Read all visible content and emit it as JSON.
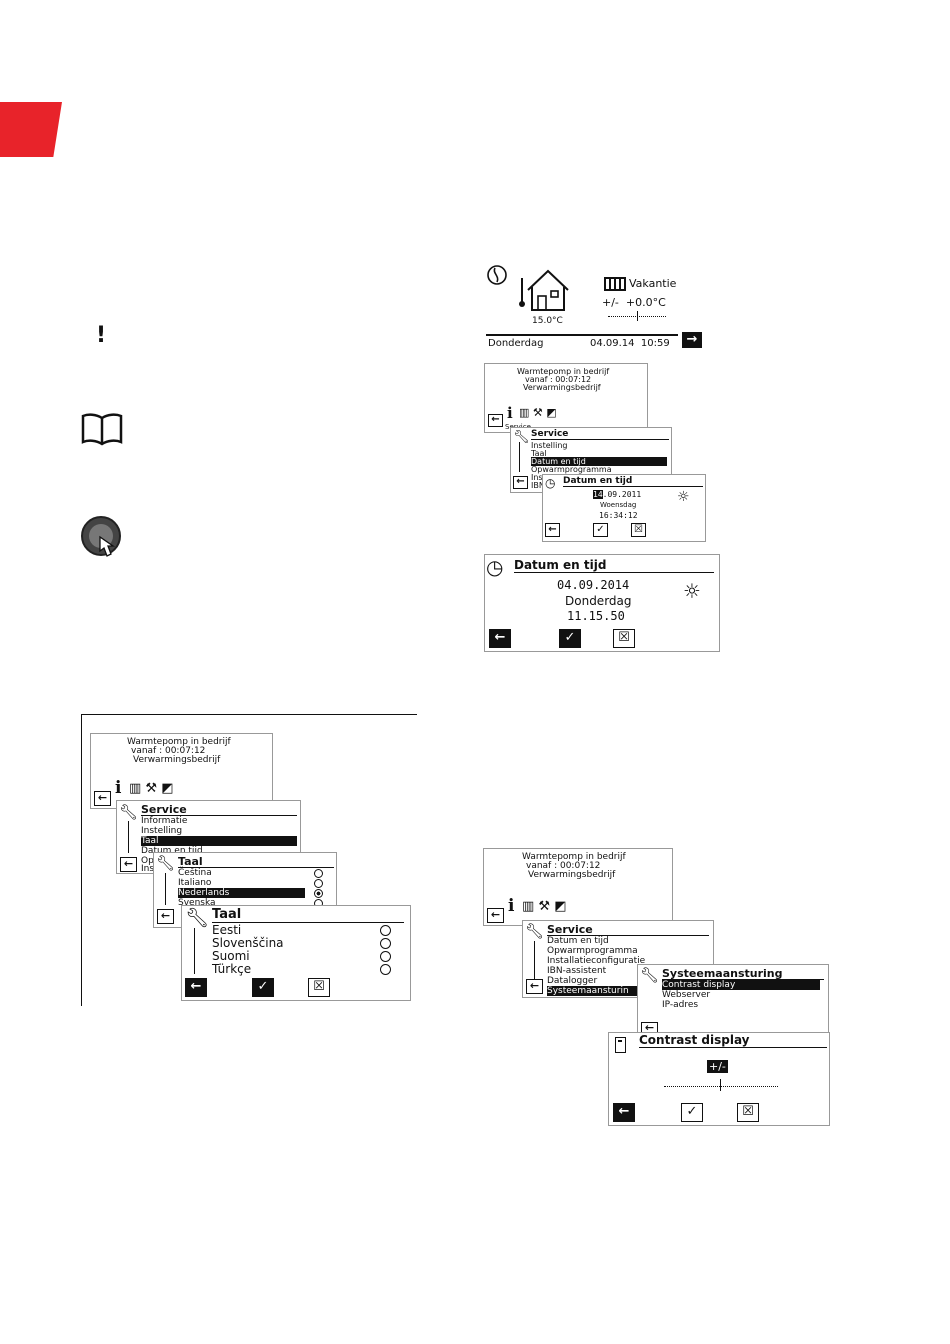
{
  "status_panel": {
    "temperature": "15.0°C",
    "mode": "Vakantie",
    "offset": "+/-  +0.0°C",
    "day": "Donderdag",
    "datetime": "04.09.14  10:59"
  },
  "status_lines": [
    "Warmtepomp in bedrijf",
    "vanaf  :  00:07:12",
    "Verwarmingsbedrijf"
  ],
  "service_title": "Service",
  "menu1": {
    "items": [
      "Instelling",
      "Taal",
      "Datum en tijd",
      "Opwarmprogramma"
    ],
    "selected_index": 2,
    "truncated": [
      "Ins",
      "IBN"
    ]
  },
  "datetime_small": {
    "title": "Datum en tijd",
    "day_num": "14",
    "date_rest": ".09.2011",
    "weekday": "Woensdag",
    "time": "16:34:12"
  },
  "datetime_large": {
    "title": "Datum en tijd",
    "date": "04.09.2014",
    "weekday": "Donderdag",
    "time": "11.15.50"
  },
  "language_menu": {
    "service_items": [
      "Informatie",
      "Instelling",
      "Taal",
      "Datum en tijd"
    ],
    "service_selected_index": 2,
    "truncated": [
      "Op",
      "Ins"
    ],
    "taal_title": "Taal",
    "languages1": [
      "Čeština",
      "Italiano",
      "Nederlands",
      "Svenska"
    ],
    "languages1_selected_index": 2,
    "languages2": [
      "Eesti",
      "Slovenščina",
      "Suomi",
      "Türkçe"
    ]
  },
  "contrast_menu": {
    "service_items": [
      "Datum en tijd",
      "Opwarmprogramma",
      "Installatieconfiguratie",
      "IBN-assistent",
      "Datalogger",
      "Systeemaansturin"
    ],
    "service_selected_index": 5,
    "sys_title": "Systeemaansturing",
    "sys_items": [
      "Contrast display",
      "Webserver",
      "IP-adres"
    ],
    "sys_selected_index": 0,
    "contrast_title": "Contrast display",
    "contrast_value": "+/-"
  }
}
